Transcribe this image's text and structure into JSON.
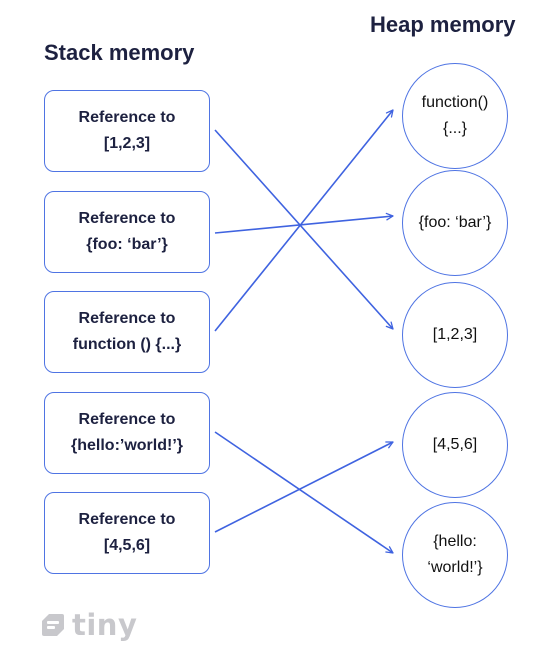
{
  "titles": {
    "stack": "Stack memory",
    "heap": "Heap memory"
  },
  "stack": [
    {
      "line1": "Reference to",
      "line2": "[1,2,3]"
    },
    {
      "line1": "Reference to",
      "line2": "{foo: ‘bar’}"
    },
    {
      "line1": "Reference to",
      "line2": "function () {...}"
    },
    {
      "line1": "Reference to",
      "line2": "{hello:’world!’}"
    },
    {
      "line1": "Reference to",
      "line2": "[4,5,6]"
    }
  ],
  "heap": [
    {
      "line1": "function()",
      "line2": "{...}"
    },
    {
      "line1": "{foo: ‘bar’}",
      "line2": ""
    },
    {
      "line1": "[1,2,3]",
      "line2": ""
    },
    {
      "line1": "[4,5,6]",
      "line2": ""
    },
    {
      "line1": "{hello:",
      "line2": "‘world!’}"
    }
  ],
  "logo": {
    "word": "tiny"
  },
  "colors": {
    "accent": "#4f74e3",
    "text": "#1d2140",
    "logo": "#c8c8cc"
  }
}
